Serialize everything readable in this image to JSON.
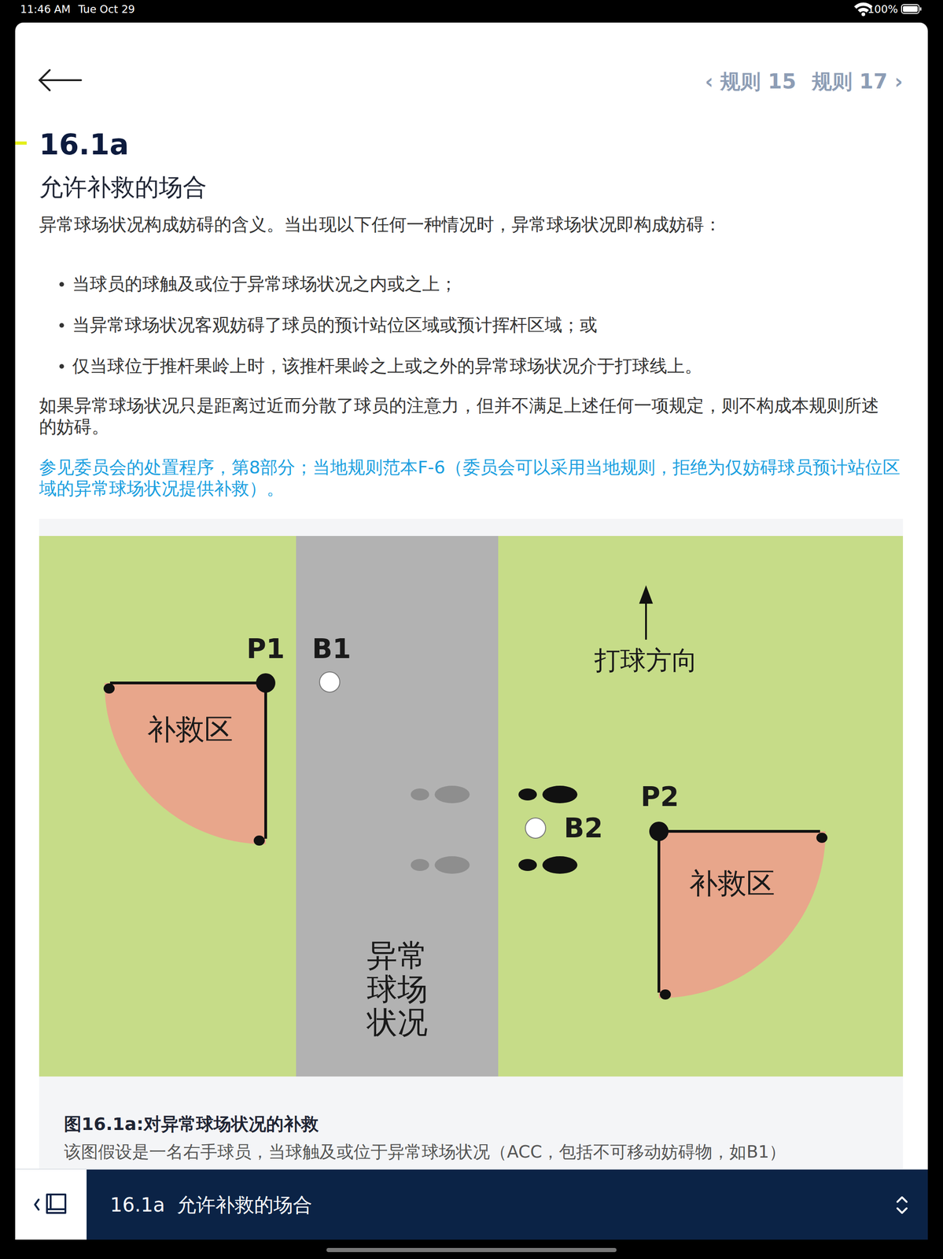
{
  "diagram": {
    "title": "16.1a",
    "caption": "图16.1a:对异常球场状况的补救",
    "nodes": [
      {
        "text": [
          "补救区"
        ]
      },
      {
        "text": [
          "异常球场状况"
        ]
      },
      {
        "text": [
          "补救区"
        ]
      }
    ],
    "labels": [
      "11:46 AM",
      "Tue Oct 29",
      "100%",
      "‹ 规则 15",
      "规则 17 ›",
      "允许补救的场合",
      "异常球场状况构成妨碍的含义。当出现以下任何一种情况时，异常球场状况即构成妨碍：",
      "当球员的球触及或位于异常球场状况之内或之上；",
      "当异常球场状况客观妨碍了球员的预计站位区域或预计挥杆区域；或",
      "仅当球位于推杆果岭上时，该推杆果岭之上或之外的异常球场状况介于打球线上。",
      "如果异常球场状况只是距离过近而分散了球员的注意力，但并不满足上述任何一项规定，则不构成本规则所述的妨碍。",
      "参见委员会的处置程序，第8部分；当地规则范本F-6（委员会可以采用当地规则，拒绝为仅妨碍球员预计站位区域的异常球场状况提供补救）。",
      "P1",
      "B1",
      "P2",
      "B2",
      "打球方向",
      "该图假设是一名右手球员，当球触及或位于异常球场状况（ACC，包括不可移动妨碍物，如B1）",
      "16.1a",
      "允许补救的场合"
    ]
  }
}
